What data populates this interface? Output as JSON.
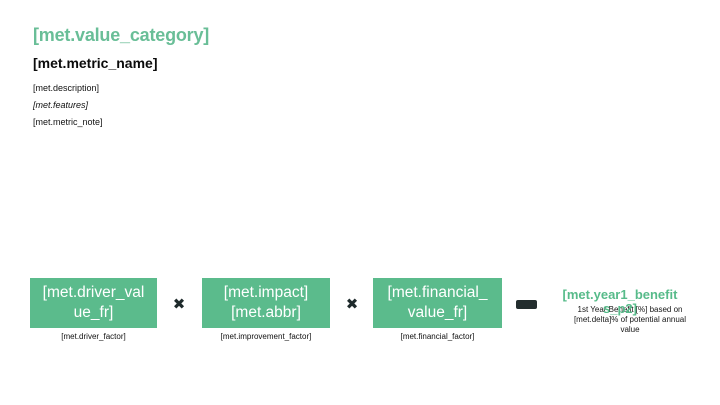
{
  "slide": {
    "value_category": "[met.value_category]",
    "metric_name": "[met.metric_name]",
    "description": "[met.description]",
    "features": "[met.features]",
    "metric_note": "[met.metric_note]"
  },
  "formula": {
    "operator_multiply": "✖",
    "boxes": [
      {
        "lines": [
          "[met.driver_value_fr]"
        ],
        "caption": "[met.driver_factor]"
      },
      {
        "lines": [
          "[met.impact]",
          "[met.abbr]"
        ],
        "caption": "[met.improvement_factor]"
      },
      {
        "lines": [
          "[met.financial_value_fr]"
        ],
        "caption": "[met.financial_factor]"
      }
    ],
    "result": {
      "title": "[met.year1_benefits_p2]",
      "note_lines": [
        "1st Year Benefit [%] based on",
        "[met.delta]% of potential annual",
        "value"
      ]
    }
  },
  "colors": {
    "accent_teal": "#69be97",
    "box_green": "#5bbb8c",
    "result_teal": "#57bb8a",
    "operator_dark": "#1e2a2b",
    "background": "#ffffff"
  }
}
